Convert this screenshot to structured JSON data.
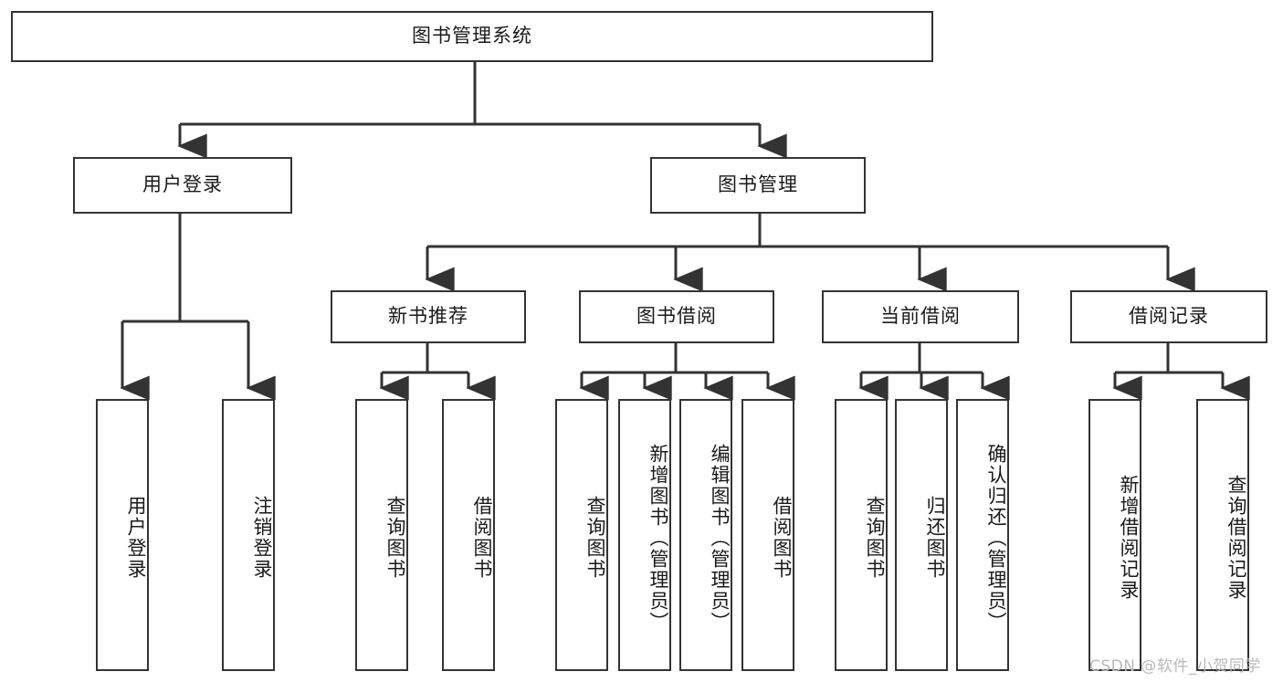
{
  "diagram": {
    "title": "图书管理系统",
    "type": "tree-hierarchy",
    "watermark": "CSDN @软件_小贺同学",
    "colors": {
      "background": "#ffffff",
      "box_border": "#333333",
      "box_fill": "#ffffff",
      "text": "#1a1a1a",
      "connector": "#333333",
      "watermark": "#b9b9b9"
    },
    "root": {
      "label": "图书管理系统"
    },
    "level2": [
      {
        "label": "用户登录"
      },
      {
        "label": "图书管理"
      }
    ],
    "level3": [
      {
        "label": "新书推荐"
      },
      {
        "label": "图书借阅"
      },
      {
        "label": "当前借阅"
      },
      {
        "label": "借阅记录"
      }
    ],
    "leaves": {
      "user_login": [
        {
          "label": "用户登录"
        },
        {
          "label": "注销登录"
        }
      ],
      "new_book_recommend": [
        {
          "label": "查询图书"
        },
        {
          "label": "借阅图书"
        }
      ],
      "book_borrow": [
        {
          "label": "查询图书"
        },
        {
          "label": "新增图书（管理员）"
        },
        {
          "label": "编辑图书（管理员）"
        },
        {
          "label": "借阅图书"
        }
      ],
      "current_borrow": [
        {
          "label": "查询图书"
        },
        {
          "label": "归还图书"
        },
        {
          "label": "确认归还（管理员）"
        }
      ],
      "borrow_record": [
        {
          "label": "新增借阅记录"
        },
        {
          "label": "查询借阅记录"
        }
      ]
    }
  }
}
